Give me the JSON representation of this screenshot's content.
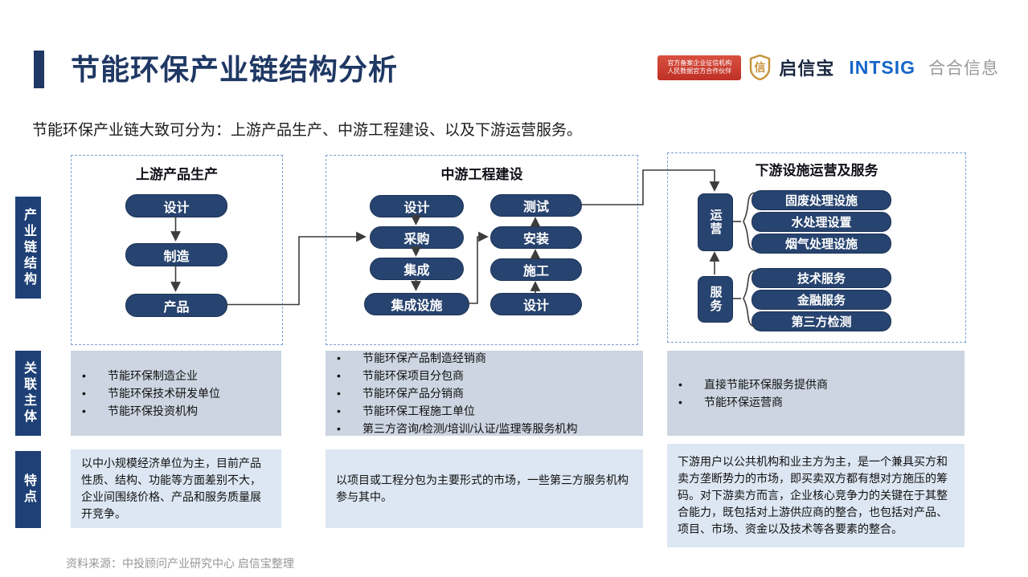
{
  "header": {
    "title": "节能环保产业链结构分析",
    "badge": {
      "line1": "官方备案企业征信机构",
      "line2": "人民数据官方合作伙伴"
    },
    "qixinbao_logo": "启信宝",
    "intsig_logo": "INTSIG",
    "intsig_suffix": "合合信息"
  },
  "intro": "节能环保产业链大致可分为：上游产品生产、中游工程建设、以及下游运营服务。",
  "sidebar": {
    "row1": "产业链结构",
    "row2": "关联主体",
    "row3": "特点"
  },
  "diagram": {
    "upstream": {
      "title": "上游产品生产",
      "nodes": [
        "设计",
        "制造",
        "产品"
      ]
    },
    "midstream": {
      "title": "中游工程建设",
      "left_nodes": [
        "设计",
        "采购",
        "集成",
        "集成设施"
      ],
      "right_nodes": [
        "测试",
        "安装",
        "施工",
        "设计"
      ]
    },
    "downstream": {
      "title": "下游设施运营及服务",
      "operation_node": "运营",
      "service_node": "服务",
      "operation_items": [
        "固废处理设施",
        "水处理设置",
        "烟气处理设施"
      ],
      "service_items": [
        "技术服务",
        "金融服务",
        "第三方检测"
      ]
    }
  },
  "entities": {
    "upstream": [
      "节能环保制造企业",
      "节能环保技术研发单位",
      "节能环保投资机构"
    ],
    "midstream": [
      "节能环保产品制造经销商",
      "节能环保项目分包商",
      "节能环保产品分销商",
      "节能环保工程施工单位",
      "第三方咨询/检测/培训/认证/监理等服务机构"
    ],
    "downstream": [
      "直接节能环保服务提供商",
      "节能环保运营商"
    ]
  },
  "features": {
    "upstream": "以中小规模经济单位为主，目前产品性质、结构、功能等方面差别不大，企业间围绕价格、产品和服务质量展开竞争。",
    "midstream": "以项目或工程分包为主要形式的市场，一些第三方服务机构参与其中。",
    "downstream": "下游用户以公共机构和业主方为主，是一个兼具买方和卖方垄断势力的市场，即买卖双方都有想对方施压的筹码。对下游卖方而言，企业核心竞争力的关键在于其整合能力，既包括对上游供应商的整合，也包括对产品、项目、市场、资金以及技术等各要素的整合。"
  },
  "footer": {
    "source": "资料来源：中投顾问产业研究中心  启信宝整理"
  },
  "colors": {
    "navy_title": "#1f3864",
    "node_fill": "#27436f",
    "rail_fill": "#1e4076",
    "panel_entities": "#ccd5e1",
    "panel_features": "#dde7f3",
    "dashed_border": "#7ea1d4",
    "intsig_blue": "#1565c8",
    "badge_red": "#c0392b",
    "shield_gold": "#c8913a"
  }
}
